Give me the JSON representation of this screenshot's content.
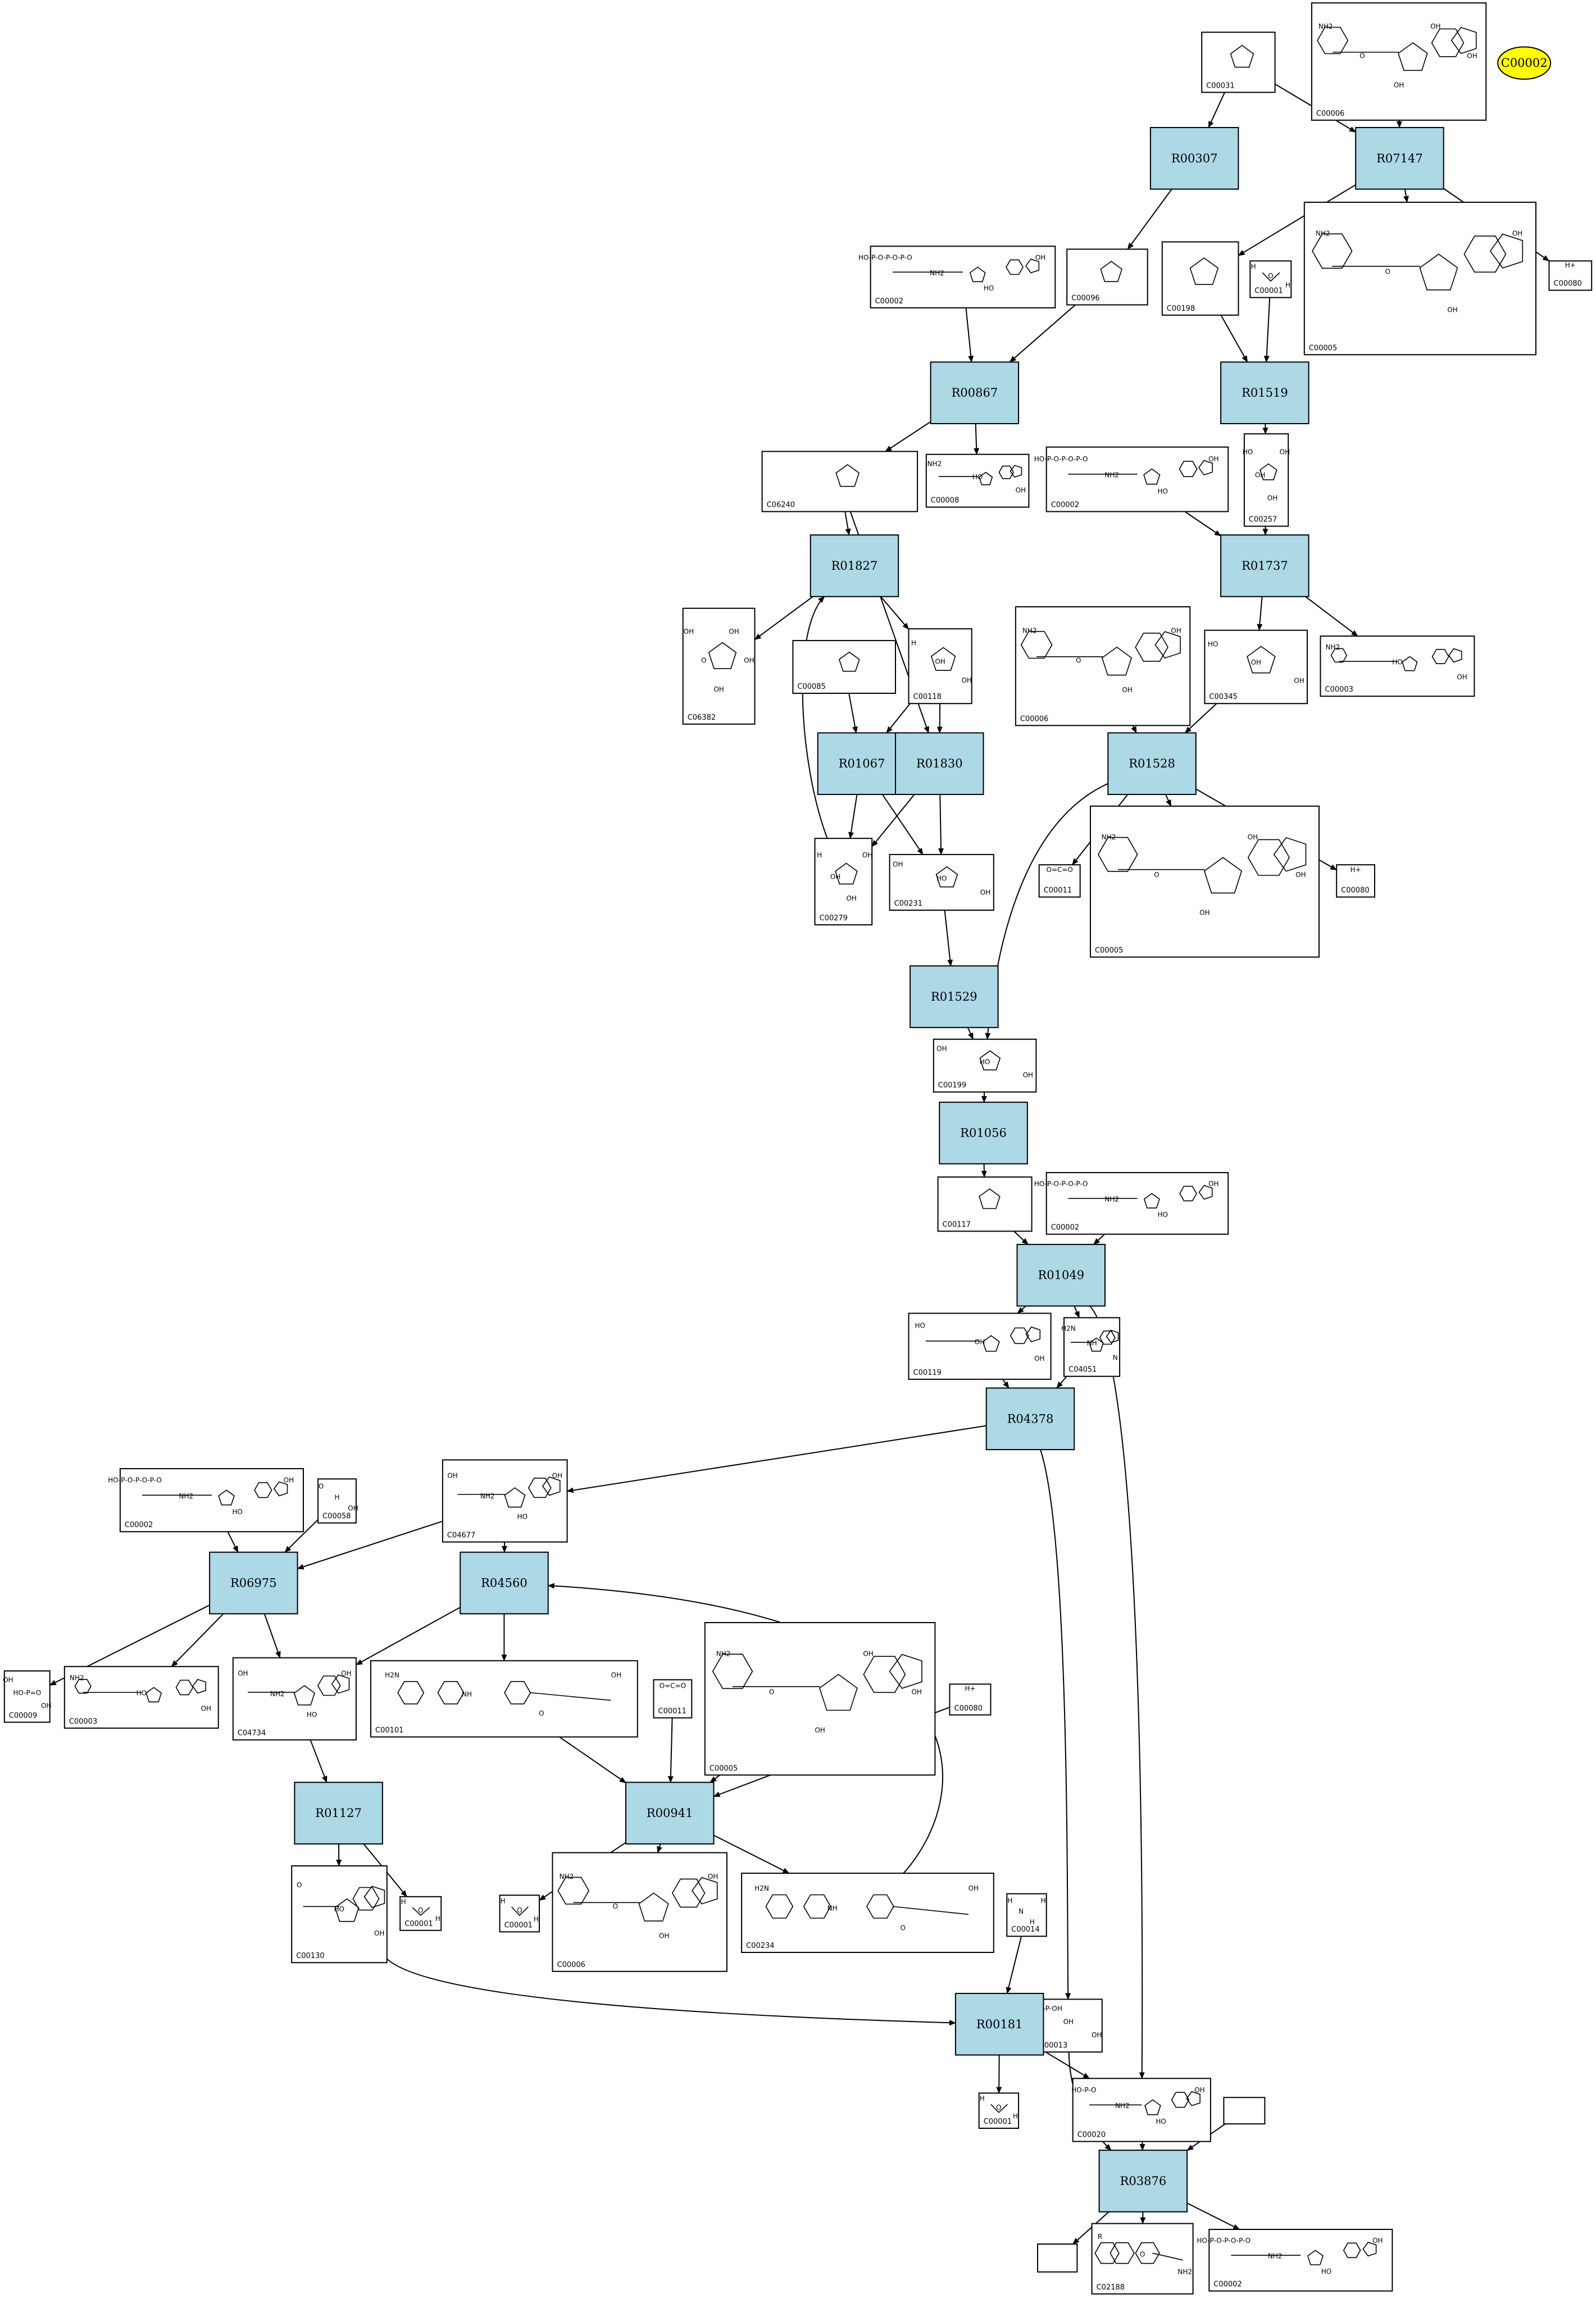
{
  "highlight": {
    "label": "C00002",
    "color": "#ffff00"
  },
  "colors": {
    "reaction_fill": "#add8e6",
    "compound_fill": "#ffffff",
    "stroke": "#000000"
  },
  "reactions": [
    {
      "id": "R00307"
    },
    {
      "id": "R07147"
    },
    {
      "id": "R00867"
    },
    {
      "id": "R01519"
    },
    {
      "id": "R01827"
    },
    {
      "id": "R01737"
    },
    {
      "id": "R01067"
    },
    {
      "id": "R01830"
    },
    {
      "id": "R01528"
    },
    {
      "id": "R01529"
    },
    {
      "id": "R01056"
    },
    {
      "id": "R01049"
    },
    {
      "id": "R04378"
    },
    {
      "id": "R06975"
    },
    {
      "id": "R04560"
    },
    {
      "id": "R01127"
    },
    {
      "id": "R00941"
    },
    {
      "id": "R00181"
    },
    {
      "id": "R03876"
    }
  ],
  "compounds": [
    {
      "id": "C00031",
      "structure": "sugar"
    },
    {
      "id": "C00006",
      "structure": "dinucleotide",
      "labels": [
        "NH2",
        "O",
        "OH",
        "OH",
        "OH"
      ]
    },
    {
      "id": "C00002",
      "structure": "triphosphate",
      "labels": [
        "HO-P-O-P-O-P-O",
        "NH2",
        "HO",
        "OH"
      ]
    },
    {
      "id": "C00096",
      "structure": "sugar"
    },
    {
      "id": "C00198",
      "structure": "sugar"
    },
    {
      "id": "C00001",
      "structure": "water",
      "labels": [
        "H",
        "O",
        "H"
      ]
    },
    {
      "id": "C00005",
      "structure": "dinucleotide",
      "labels": [
        "NH2",
        "O",
        "OH",
        "OH"
      ]
    },
    {
      "id": "C00080",
      "structure": "proton",
      "labels": [
        "H+"
      ]
    },
    {
      "id": "C00008",
      "structure": "diphosphate",
      "labels": [
        "NH2",
        "HO",
        "OH"
      ]
    },
    {
      "id": "C06240",
      "structure": "sugar"
    },
    {
      "id": "C00002",
      "structure": "triphosphate",
      "labels": [
        "HO-P-O-P-O-P-O",
        "NH2",
        "HO",
        "OH"
      ]
    },
    {
      "id": "C00257",
      "structure": "chain",
      "labels": [
        "HO",
        "OH",
        "OH",
        "OH"
      ]
    },
    {
      "id": "C06382",
      "structure": "chain",
      "labels": [
        "OH",
        "O",
        "OH",
        "OH",
        "OH"
      ]
    },
    {
      "id": "C00085",
      "structure": "sugar"
    },
    {
      "id": "C00118",
      "structure": "chain",
      "labels": [
        "H",
        "OH",
        "OH"
      ]
    },
    {
      "id": "C00006",
      "structure": "dinucleotide",
      "labels": [
        "NH2",
        "O",
        "OH",
        "OH"
      ]
    },
    {
      "id": "C00345",
      "structure": "chain",
      "labels": [
        "HO",
        "OH",
        "OH"
      ]
    },
    {
      "id": "C00003",
      "structure": "dinucleotide",
      "labels": [
        "NH2",
        "HO",
        "OH"
      ]
    },
    {
      "id": "C00279",
      "structure": "chain",
      "labels": [
        "H",
        "OH",
        "OH",
        "OH"
      ]
    },
    {
      "id": "C00231",
      "structure": "chain",
      "labels": [
        "OH",
        "HO",
        "OH"
      ]
    },
    {
      "id": "C00011",
      "structure": "co2",
      "labels": [
        "O=C=O"
      ]
    },
    {
      "id": "C00005",
      "structure": "dinucleotide",
      "labels": [
        "NH2",
        "O",
        "OH",
        "OH",
        "OH"
      ]
    },
    {
      "id": "C00080",
      "structure": "proton",
      "labels": [
        "H+"
      ]
    },
    {
      "id": "C00199",
      "structure": "chain",
      "labels": [
        "OH",
        "HO",
        "OH"
      ]
    },
    {
      "id": "C00117",
      "structure": "sugar"
    },
    {
      "id": "C00002",
      "structure": "triphosphate",
      "labels": [
        "HO-P-O-P-O-P-O",
        "NH2",
        "HO",
        "OH"
      ]
    },
    {
      "id": "C00119",
      "structure": "triphosphate",
      "labels": [
        "HO",
        "OH",
        "OH"
      ]
    },
    {
      "id": "C04051",
      "structure": "ring",
      "labels": [
        "H2N",
        "NH",
        "N"
      ]
    },
    {
      "id": "C00002",
      "structure": "triphosphate",
      "labels": [
        "HO-P-O-P-O-P-O",
        "NH2",
        "HO",
        "OH"
      ]
    },
    {
      "id": "C00058",
      "structure": "small",
      "labels": [
        "O",
        "H",
        "OH"
      ]
    },
    {
      "id": "C04677",
      "structure": "nucleotide",
      "labels": [
        "OH",
        "NH2",
        "HO",
        "OH"
      ]
    },
    {
      "id": "C00009",
      "structure": "small",
      "labels": [
        "OH",
        "HO-P=O",
        "OH"
      ]
    },
    {
      "id": "C00003",
      "structure": "dinucleotide",
      "labels": [
        "NH2",
        "HO",
        "OH"
      ]
    },
    {
      "id": "C04734",
      "structure": "nucleotide",
      "labels": [
        "OH",
        "NH2",
        "HO",
        "OH"
      ]
    },
    {
      "id": "C00101",
      "structure": "pterin",
      "labels": [
        "H2N",
        "NH",
        "O",
        "OH"
      ]
    },
    {
      "id": "C00011",
      "structure": "co2",
      "labels": [
        "O=C=O"
      ]
    },
    {
      "id": "C00005",
      "structure": "dinucleotide",
      "labels": [
        "NH2",
        "O",
        "OH",
        "OH",
        "OH"
      ]
    },
    {
      "id": "C00080",
      "structure": "proton",
      "labels": [
        "H+"
      ]
    },
    {
      "id": "C00001",
      "structure": "water",
      "labels": [
        "H",
        "O",
        "H"
      ]
    },
    {
      "id": "C00130",
      "structure": "nucleotide",
      "labels": [
        "O",
        "HO",
        "OH"
      ]
    },
    {
      "id": "C00001",
      "structure": "water",
      "labels": [
        "H",
        "O",
        "H"
      ]
    },
    {
      "id": "C00006",
      "structure": "dinucleotide",
      "labels": [
        "NH2",
        "O",
        "OH",
        "OH"
      ]
    },
    {
      "id": "C00234",
      "structure": "pterin",
      "labels": [
        "H2N",
        "NH",
        "O",
        "OH"
      ]
    },
    {
      "id": "C00014",
      "structure": "ammonia",
      "labels": [
        "H",
        "N",
        "H",
        "H"
      ]
    },
    {
      "id": "C00013",
      "structure": "small",
      "labels": [
        "HO-P-O-P-OH",
        "OH",
        "OH"
      ]
    },
    {
      "id": "C00001",
      "structure": "water",
      "labels": [
        "H",
        "O",
        "H"
      ]
    },
    {
      "id": "C00020",
      "structure": "nucleotide",
      "labels": [
        "HO-P-O",
        "NH2",
        "HO",
        "OH"
      ]
    },
    {
      "id": "",
      "structure": "empty"
    },
    {
      "id": "",
      "structure": "empty"
    },
    {
      "id": "C02188",
      "structure": "amide",
      "labels": [
        "R",
        "O",
        "NH2"
      ]
    },
    {
      "id": "C00002",
      "structure": "triphosphate",
      "labels": [
        "HO-P-O-P-O-P-O",
        "NH2",
        "HO",
        "OH"
      ]
    }
  ]
}
